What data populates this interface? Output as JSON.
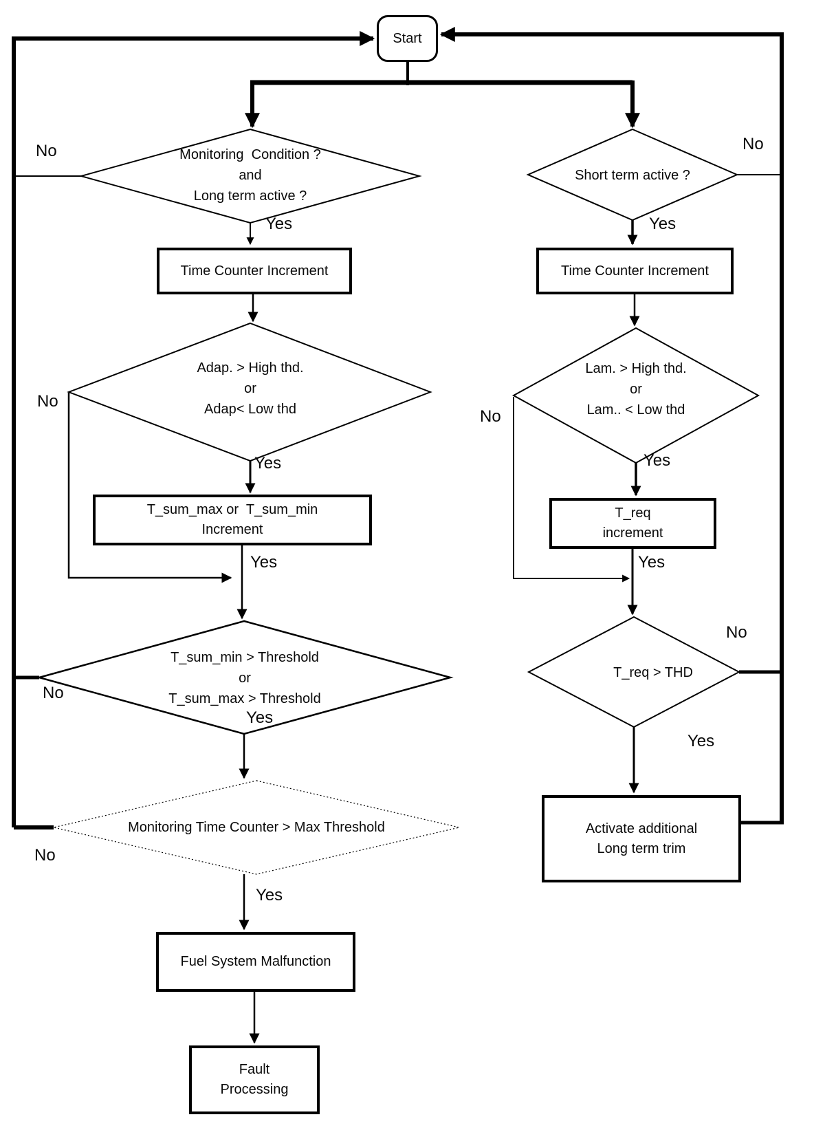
{
  "diagram": {
    "start": "Start",
    "labels": {
      "yes": "Yes",
      "no": "No"
    },
    "left": {
      "cond1": [
        "Monitoring  Condition ?",
        "and",
        "Long term active ?"
      ],
      "box1": "Time Counter Increment",
      "cond2": [
        "Adap. > High thd.",
        "or",
        "Adap< Low thd"
      ],
      "box2": [
        "T_sum_max or  T_sum_min",
        "Increment"
      ],
      "cond3": [
        "T_sum_min > Threshold",
        "or",
        "T_sum_max > Threshold"
      ],
      "cond4": "Monitoring Time Counter > Max Threshold",
      "fuel": "Fuel System Malfunction",
      "fault": [
        "Fault",
        "Processing"
      ]
    },
    "right": {
      "cond1": "Short term active ?",
      "box1": "Time Counter Increment",
      "cond2": [
        "Lam. > High thd.",
        "or",
        "Lam.. < Low thd"
      ],
      "box2": [
        "T_req",
        "increment"
      ],
      "cond3": "T_req > THD",
      "activate": [
        "Activate additional",
        "Long term trim"
      ]
    }
  }
}
